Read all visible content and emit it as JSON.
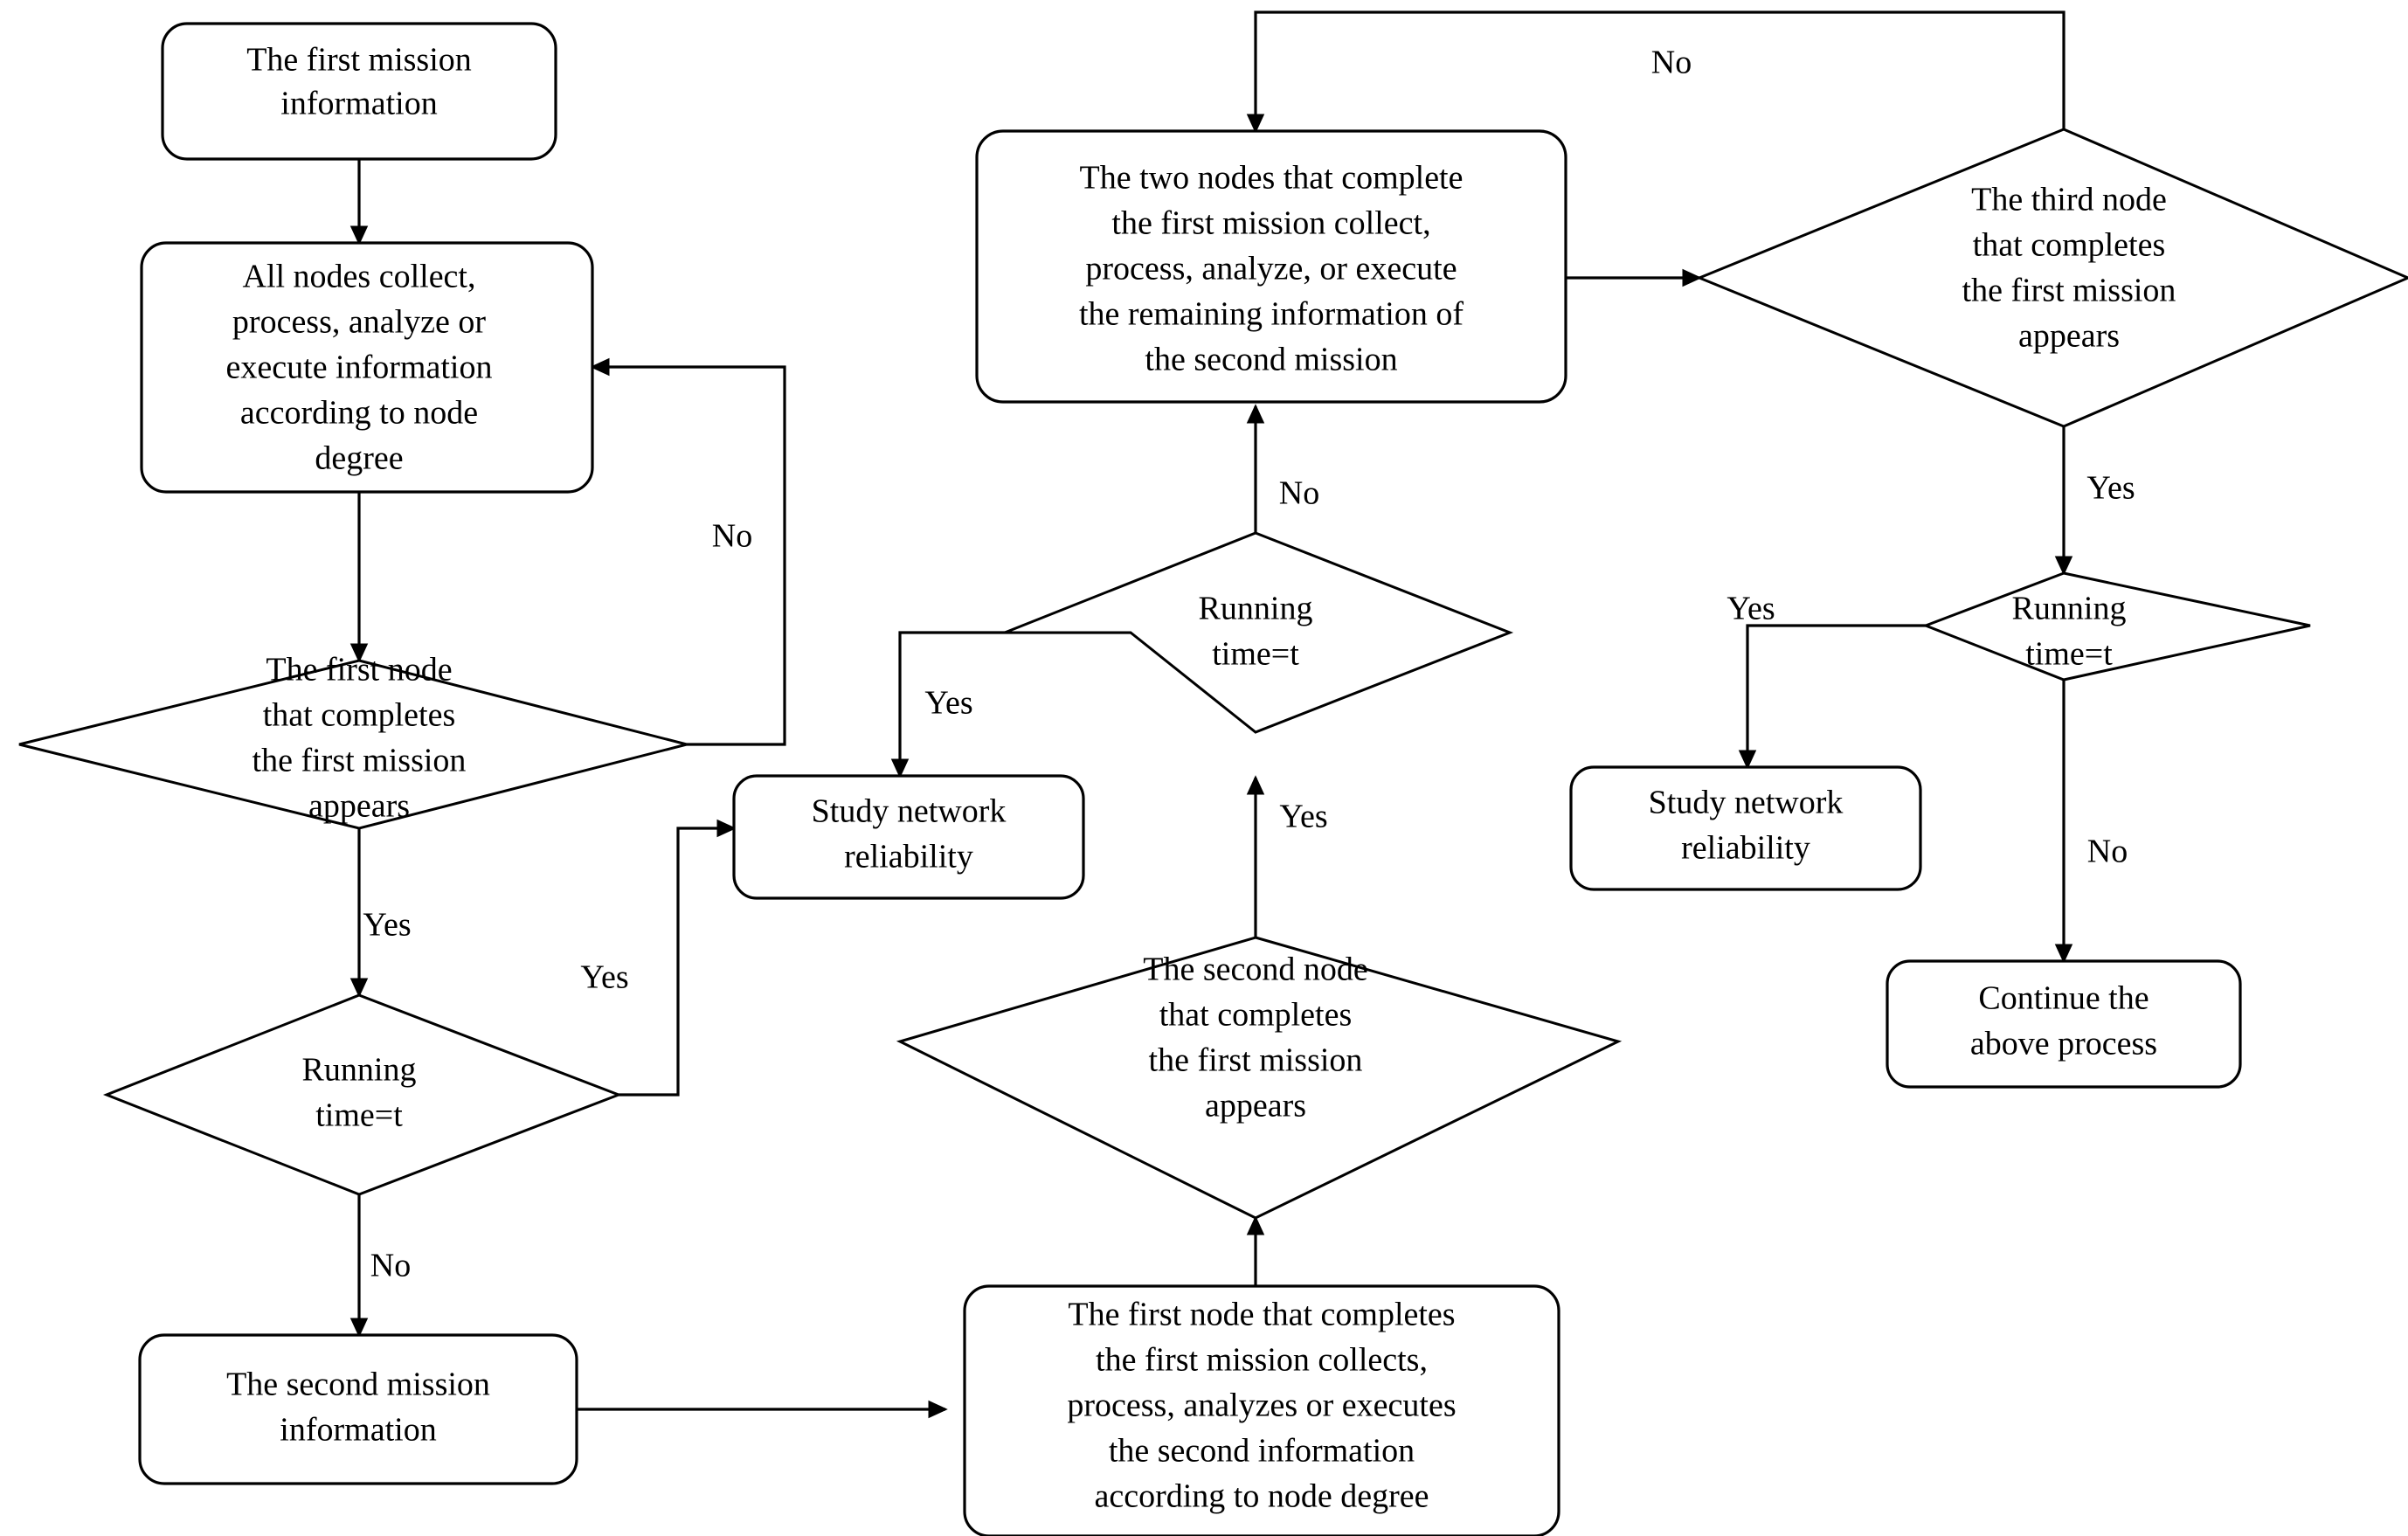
{
  "diagram": {
    "type": "flowchart",
    "title": "",
    "nodes": [
      {
        "id": "first-mission-information",
        "shape": "rounded-rect",
        "lines": [
          "The first mission",
          "information"
        ]
      },
      {
        "id": "all-nodes-collect",
        "shape": "rounded-rect",
        "lines": [
          "All nodes collect,",
          "process, analyze or",
          "execute information",
          "according to node",
          "degree"
        ]
      },
      {
        "id": "first-node-completes-first-mission",
        "shape": "diamond",
        "lines": [
          "The first node",
          "that completes",
          "the first mission",
          "appears"
        ]
      },
      {
        "id": "running-time-left",
        "shape": "diamond",
        "lines": [
          "Running",
          "time=t"
        ]
      },
      {
        "id": "study-network-reliability-left",
        "shape": "rounded-rect",
        "lines": [
          "Study network",
          "reliability"
        ]
      },
      {
        "id": "second-mission-information",
        "shape": "rounded-rect",
        "lines": [
          "The second mission",
          "information"
        ]
      },
      {
        "id": "first-node-second-information",
        "shape": "rounded-rect",
        "lines": [
          "The first node that completes",
          "the first mission collects,",
          "process, analyzes or executes",
          "the second information",
          "according to node degree"
        ]
      },
      {
        "id": "second-node-completes-first-mission",
        "shape": "diamond",
        "lines": [
          "The second node",
          "that completes",
          "the first mission",
          "appears"
        ]
      },
      {
        "id": "running-time-middle",
        "shape": "diamond",
        "lines": [
          "Running",
          "time=t"
        ]
      },
      {
        "id": "two-nodes-remaining-second-mission",
        "shape": "rounded-rect",
        "lines": [
          "The two nodes that complete",
          "the first mission collect,",
          "process, analyze, or execute",
          "the remaining information of",
          "the second mission"
        ]
      },
      {
        "id": "third-node-completes-first-mission",
        "shape": "diamond",
        "lines": [
          "The third node",
          "that completes",
          "the first mission",
          "appears"
        ]
      },
      {
        "id": "running-time-right",
        "shape": "diamond",
        "lines": [
          "Running",
          "time=t"
        ]
      },
      {
        "id": "study-network-reliability-right",
        "shape": "rounded-rect",
        "lines": [
          "Study network",
          "reliability"
        ]
      },
      {
        "id": "continue-above-process",
        "shape": "rounded-rect",
        "lines": [
          "Continue the",
          "above process"
        ]
      }
    ],
    "edge_labels": {
      "no_left_loop": "No",
      "yes_first_node": "Yes",
      "yes_running_left": "Yes",
      "no_running_left": "No",
      "yes_second_node": "Yes",
      "no_running_middle": "No",
      "yes_running_middle": "Yes",
      "no_third_node_loop": "No",
      "yes_third_node": "Yes",
      "yes_running_right": "Yes",
      "no_running_right": "No"
    },
    "colors": {
      "stroke": "#000000",
      "fill": "#ffffff",
      "text": "#000000"
    }
  }
}
